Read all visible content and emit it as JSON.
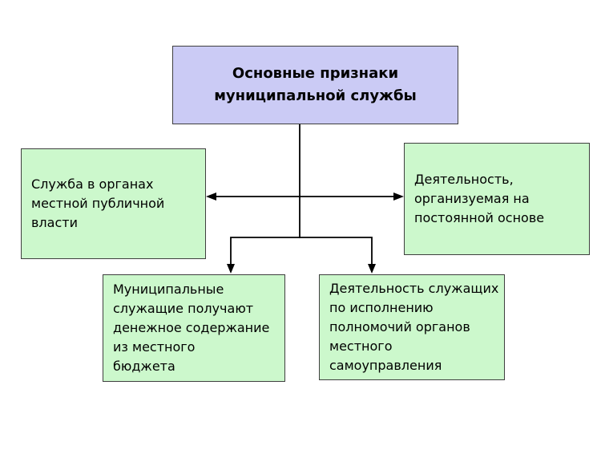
{
  "diagram": {
    "title": "Основные признаки\nмуниципальной службы",
    "nodes": [
      {
        "id": "service-in-public-authorities",
        "text": "Служба в органах\nместной публичной\nвласти"
      },
      {
        "id": "permanent-basis-activity",
        "text": "Деятельность,\nорганизуемая на\nпостоянной основе"
      },
      {
        "id": "monetary-maintenance-from-budget",
        "text": "Муниципальные\nслужащие получают\nденежное содержание\nиз местного\nбюджета"
      },
      {
        "id": "executing-local-government-powers",
        "text": "Деятельность служащих\nпо исполнению\nполномочий органов\nместного\nсамоуправления"
      }
    ],
    "colors": {
      "background": "#ffffff",
      "title_fill": "#cbcbf5",
      "node_fill": "#ccf8cc",
      "box_border": "#3f3f3f",
      "line": "#000000",
      "text": "#000000"
    }
  }
}
